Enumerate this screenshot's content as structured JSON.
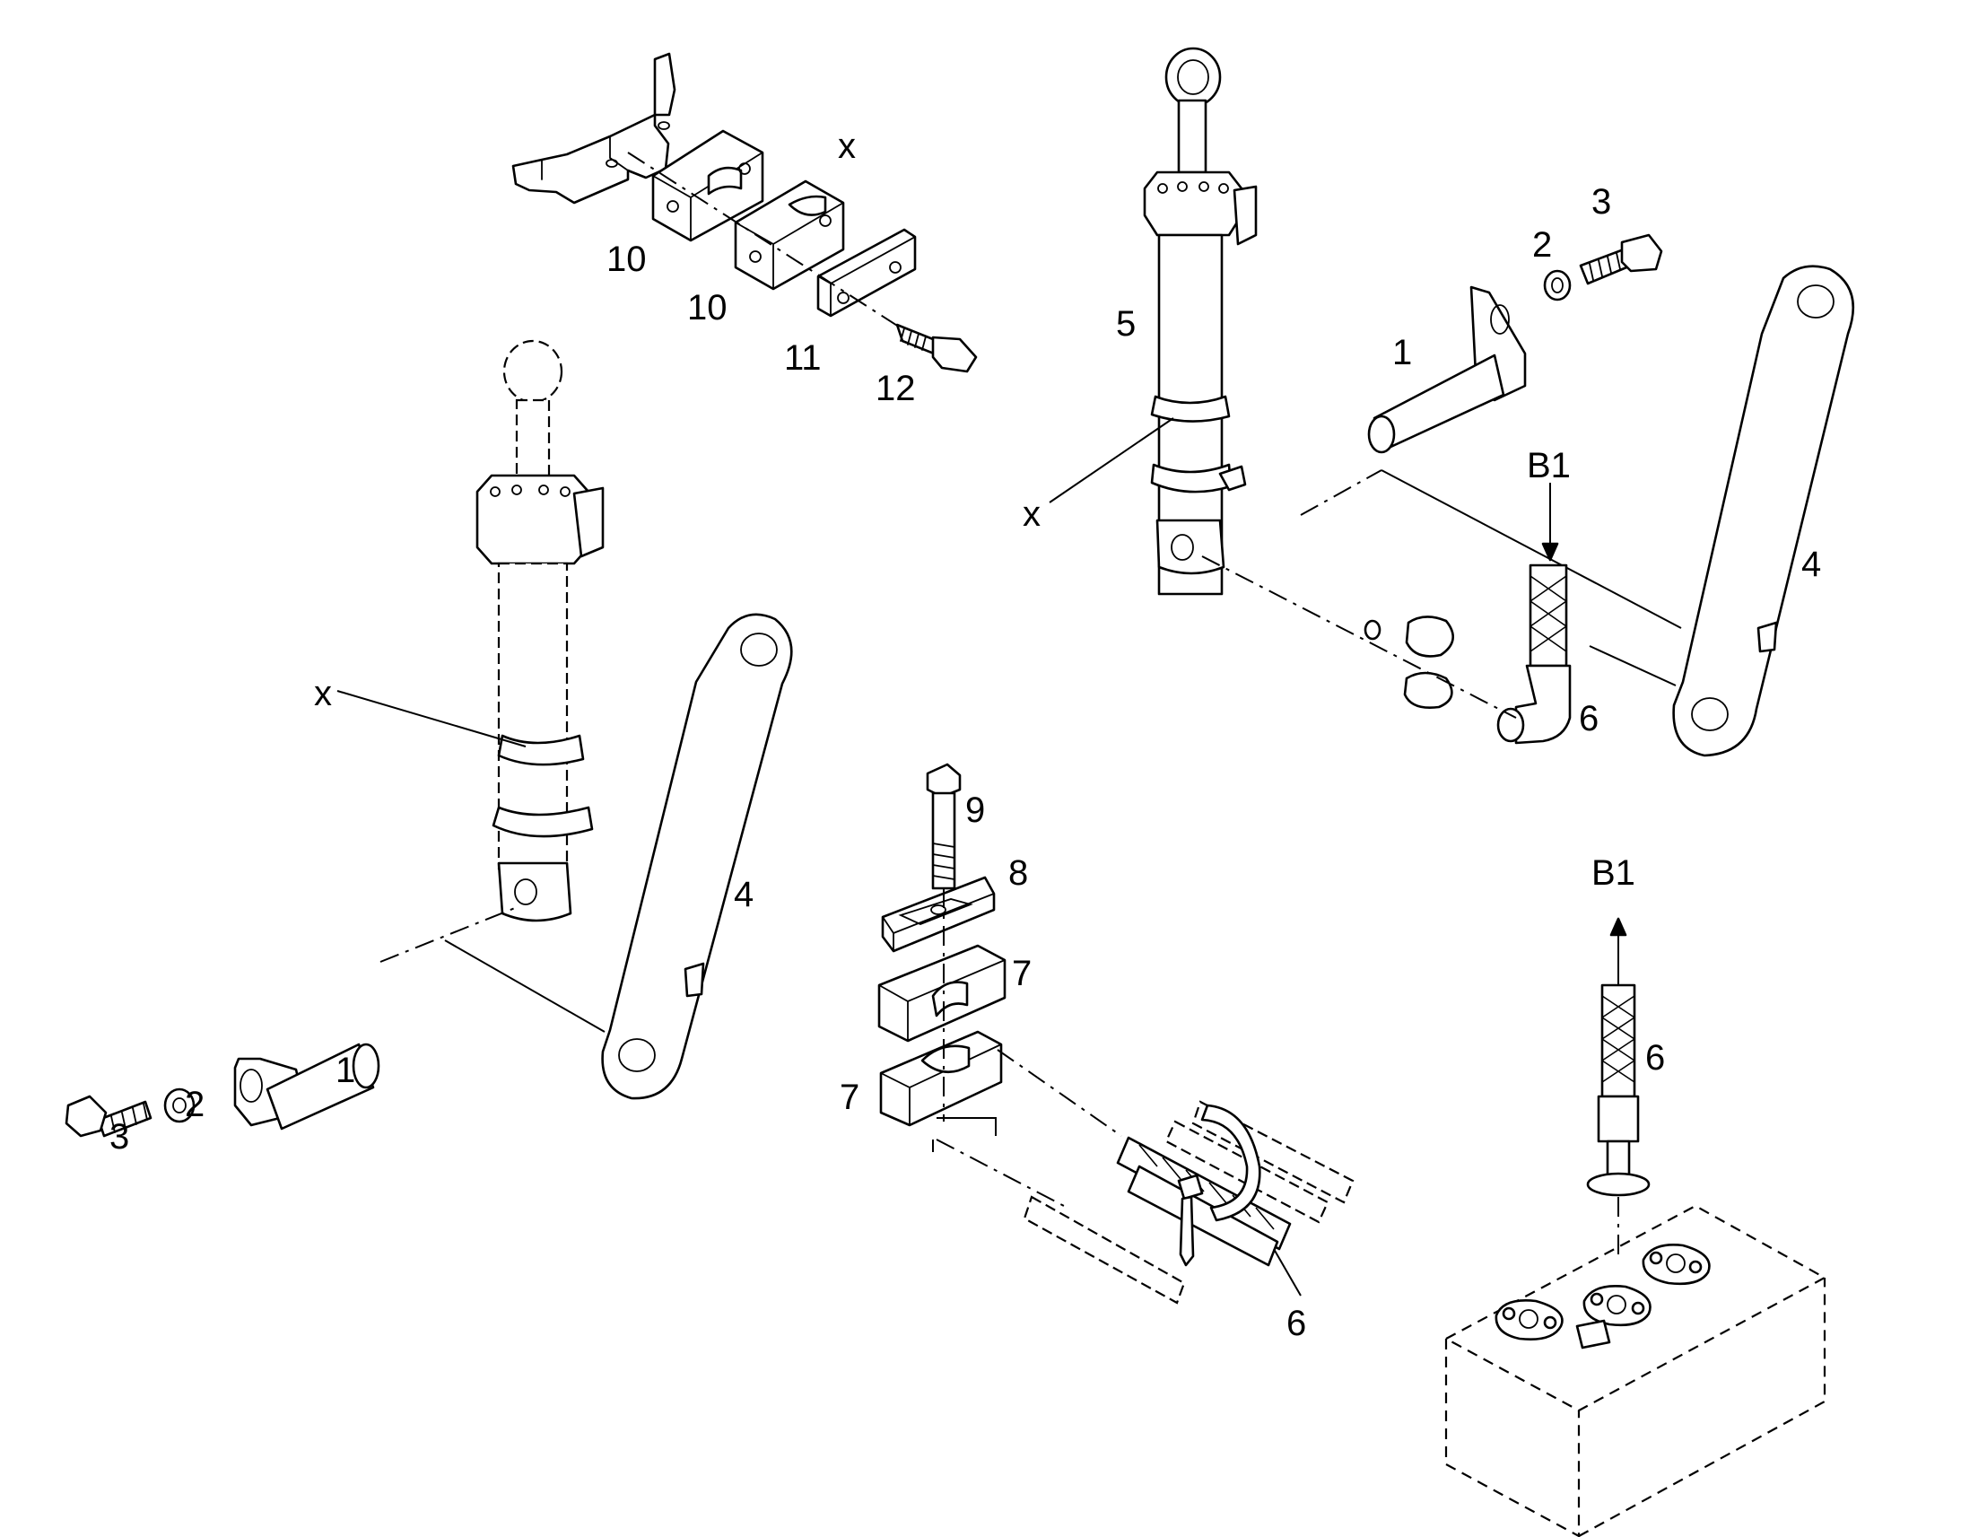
{
  "labels": {
    "x_top": "x",
    "x_right": "x",
    "x_left": "x",
    "n10a": "10",
    "n10b": "10",
    "n11": "11",
    "n12": "12",
    "n5": "5",
    "n3_right": "3",
    "n2_right": "2",
    "n1_right": "1",
    "b1_top": "B1",
    "n4_right": "4",
    "n6_right": "6",
    "n4_left": "4",
    "n1_left": "1",
    "n2_left": "2",
    "n3_left": "3",
    "n9": "9",
    "n8": "8",
    "n7a": "7",
    "n7b": "7",
    "n6_bottom": "6",
    "b1_bottom": "B1",
    "n6_bottom_right": "6"
  }
}
